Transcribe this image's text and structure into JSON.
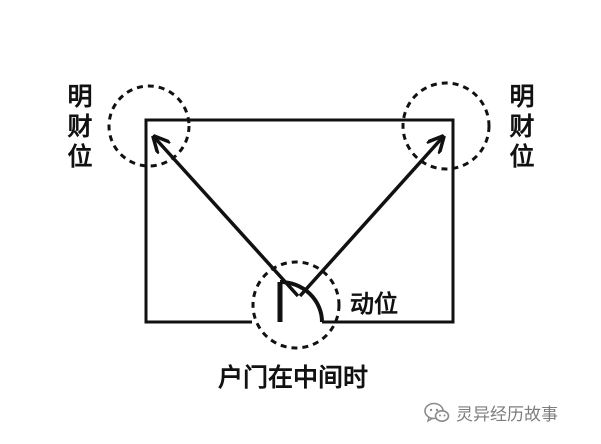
{
  "labels": {
    "left_top": [
      "明",
      "财",
      "位"
    ],
    "right_top": [
      "明",
      "财",
      "位"
    ],
    "door_active": "动位",
    "caption": "户门在中间时"
  },
  "watermark": {
    "icon": "wechat-icon",
    "text": "灵异经历故事"
  },
  "colors": {
    "ink": "#111111",
    "watermark": "#7d7d7d",
    "background": "#ffffff"
  }
}
